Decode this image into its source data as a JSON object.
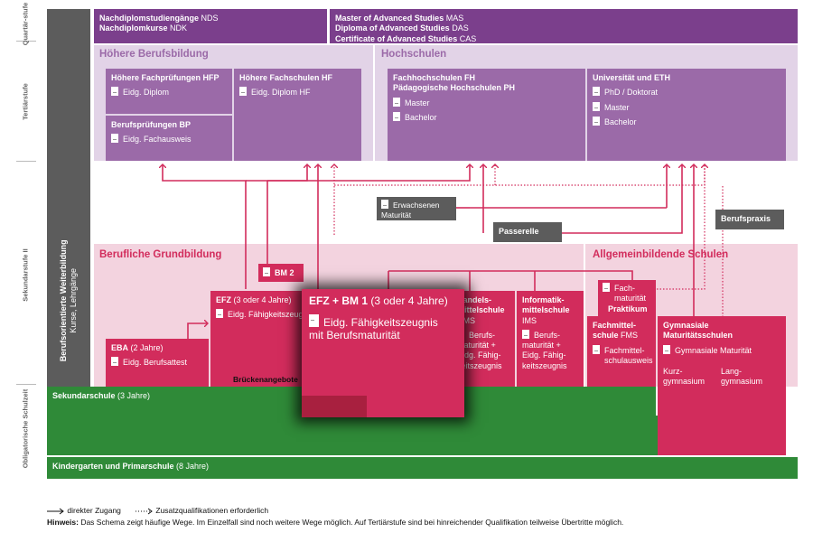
{
  "levels": {
    "quartaer": "Quartär-stufe",
    "tertiaer": "Tertiärstufe",
    "sek2": "Sekundarstufe II",
    "obligatorisch": "Obligatorische Schulzeit"
  },
  "weiterbildung": {
    "title": "Berufsorientierte Weiterbildung",
    "sub": "Kurse, Lehrgänge"
  },
  "quartaer": {
    "left": [
      {
        "bold": "Nachdiplomstudiengänge",
        "abbr": " NDS"
      },
      {
        "bold": "Nachdiplomkurse",
        "abbr": " NDK"
      }
    ],
    "right": [
      {
        "bold": "Master of Advanced Studies",
        "abbr": " MAS"
      },
      {
        "bold": "Diploma of Advanced Studies",
        "abbr": " DAS"
      },
      {
        "bold": "Certificate of Advanced Studies",
        "abbr": " CAS"
      }
    ]
  },
  "hoehere": {
    "title": "Höhere Berufsbildung",
    "hfp": {
      "title": "Höhere Fachprüfungen HFP",
      "doc": "Eidg. Diplom"
    },
    "hf": {
      "title": "Höhere Fachschulen HF",
      "doc": "Eidg. Diplom HF"
    },
    "bp": {
      "title": "Berufsprüfungen BP",
      "doc": "Eidg. Fachausweis"
    }
  },
  "hochschulen": {
    "title": "Hochschulen",
    "fh": {
      "title1": "Fachhochschulen FH",
      "title2": "Pädagogische Hochschulen PH",
      "docs": [
        "Master",
        "Bachelor"
      ]
    },
    "uni": {
      "title": "Universität und ETH",
      "docs": [
        "PhD / Doktorat",
        "Master",
        "Bachelor"
      ]
    }
  },
  "erwachsenen": "Erwachsenen Maturität",
  "passerelle": "Passerelle",
  "berufspraxis": "Berufspraxis",
  "grundbildung": {
    "title": "Berufliche Grundbildung",
    "bm2": "BM 2",
    "efz": {
      "title": "EFZ",
      "dur": " (3 oder 4 Jahre)",
      "doc": "Eidg. Fähigkeitszeugnis"
    },
    "eba": {
      "title": "EBA",
      "dur": " (2 Jahre)",
      "doc": "Eidg. Berufsattest"
    },
    "bruecke": "Brückenangebote",
    "handels": {
      "title1": "Handels-",
      "title2": "mittelschule",
      "abbr": "HMS",
      "doc1": "Berufs-",
      "doc2": "maturität +",
      "doc3": "Eidg. Fähig-",
      "doc4": "keitszeugnis"
    },
    "info": {
      "title1": "Informatik-",
      "title2": "mittelschule",
      "abbr": "IMS",
      "doc1": "Berufs-",
      "doc2": "maturität +",
      "doc3": "Eidg. Fähig-",
      "doc4": "keitszeugnis"
    }
  },
  "highlight": {
    "title": "EFZ + BM 1",
    "dur": " (3 oder 4 Jahre)",
    "doc1": "Eidg. Fähigkeitszeugnis",
    "doc2": "mit Berufsmaturität"
  },
  "allgemein": {
    "title": "Allgemeinbildende Schulen",
    "fachmat": {
      "doc1": "Fach-",
      "doc2": "maturität",
      "label": "Praktikum"
    },
    "fms": {
      "title1": "Fachmittel-",
      "title2": "schule",
      "abbr": " FMS",
      "doc1": "Fachmittel-",
      "doc2": "schulausweis"
    },
    "gym": {
      "title1": "Gymnasiale",
      "title2": "Maturitätsschulen",
      "doc": "Gymnasiale Maturität",
      "k1": "Kurz-",
      "k2": "gymnasium",
      "l1": "Lang-",
      "l2": "gymnasium"
    }
  },
  "sekundar": {
    "title": "Sekundarschule",
    "dur": " (3 Jahre)"
  },
  "primar": {
    "title": "Kindergarten und Primarschule",
    "dur": " (8 Jahre)"
  },
  "legend": {
    "direct": "direkter Zugang",
    "extra": "Zusatzqualifikationen erforderlich",
    "note_bold": "Hinweis:",
    "note": " Das Schema zeigt häufige Wege. Im Einzelfall sind noch weitere Wege möglich. Auf Tertiärstufe sind bei hinreichender Qualifikation teilweise Übertritte möglich."
  },
  "colors": {
    "purple_dark": "#7b3f8c",
    "purple_mid": "#9b6aa8",
    "purple_light": "#e2d3e7",
    "pink": "#d22c5c",
    "pink_light": "#f3d3df",
    "green": "#2f8a38",
    "gray": "#5c5c5c"
  }
}
